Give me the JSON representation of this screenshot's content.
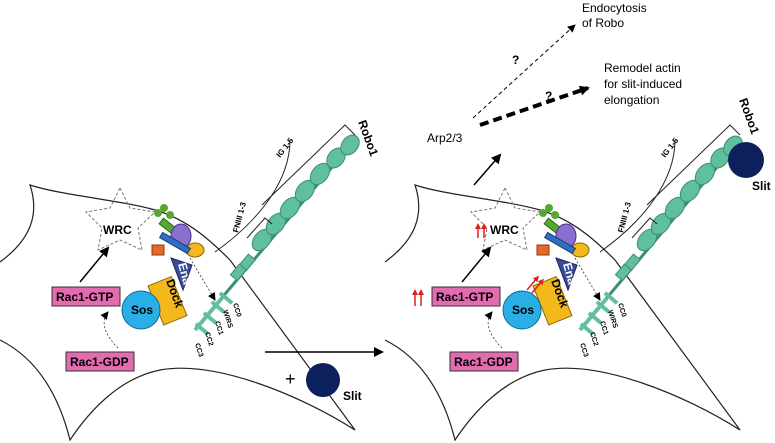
{
  "panel_left": {
    "robo_label": "Robo1",
    "ig_label": "IG 1-5",
    "fn_label": "FNIII 1-3",
    "wrc_label": "WRC",
    "rac_gtp_label": "Rac1-GTP",
    "rac_gdp_label": "Rac1-GDP",
    "sos_label": "Sos",
    "dock_label": "Dock",
    "ena_label": "Ena",
    "cc0_label": "CC0",
    "wirs_label": "WIRS",
    "cc1_label": "CC1",
    "cc2_label": "CC2",
    "cc3_label": "CC3"
  },
  "transition": {
    "plus_label": "+",
    "slit_label": "Slit"
  },
  "panel_right": {
    "robo_label": "Robo1",
    "ig_label": "IG 1-5",
    "fn_label": "FNIII 1-3",
    "wrc_label": "WRC",
    "rac_gtp_label": "Rac1-GTP",
    "rac_gdp_label": "Rac1-GDP",
    "sos_label": "Sos",
    "dock_label": "Dock",
    "ena_label": "Ena",
    "cc0_label": "CC0",
    "wirs_label": "WIRS",
    "cc1_label": "CC1",
    "cc2_label": "CC2",
    "cc3_label": "CC3",
    "slit_label": "Slit",
    "arp_label": "Arp2/3",
    "endo_line1": "Endocytosis",
    "endo_line2": "of Robo",
    "remodel_line1": "Remodel actin",
    "remodel_line2": "for slit-induced",
    "remodel_line3": "elongation",
    "q1": "?",
    "q2": "?"
  },
  "colors": {
    "robo_domain": "#5fbf9f",
    "robo_domain_stroke": "#3a8f70",
    "rac_box": "#e36bb0",
    "sos": "#29aee6",
    "dock": "#f3b81c",
    "ena": "#3b4b9a",
    "wrc_green": "#55a830",
    "wrc_purple": "#8a6fd0",
    "wrc_orange": "#e4682a",
    "wrc_blue": "#2f6fc2",
    "slit": "#0d1f5c",
    "red_arrow": "#e01e1e"
  }
}
